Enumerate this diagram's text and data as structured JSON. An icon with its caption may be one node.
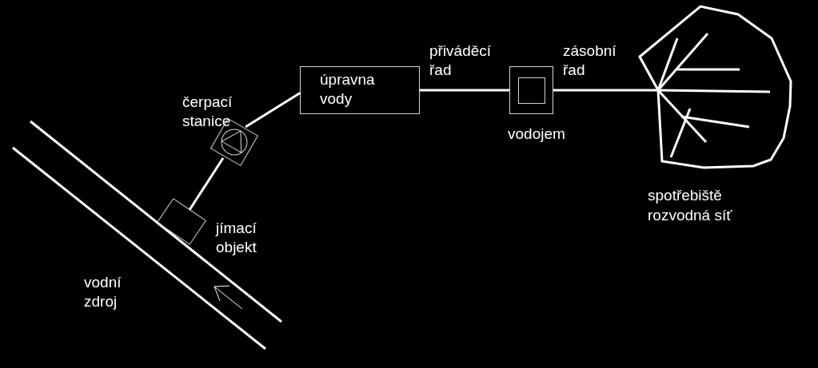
{
  "diagram": {
    "nodes": [
      {
        "text": [
          "jímací objekt"
        ]
      },
      {
        "text": [
          "čerpací stanice"
        ]
      },
      {
        "text": [
          "úpravna vody"
        ]
      },
      {
        "text": [
          "vodojem"
        ]
      },
      {
        "text": [
          "spotřebiště",
          "rozvodná síť"
        ]
      }
    ],
    "edges": [
      {
        "from": 0,
        "to": 1,
        "arrow": "none"
      },
      {
        "from": 1,
        "to": 2,
        "arrow": "none"
      },
      {
        "from": 2,
        "to": 3,
        "arrow": "none",
        "label": "přiváděcí řad"
      },
      {
        "from": 3,
        "to": 4,
        "arrow": "none",
        "label": "zásobní řad"
      }
    ],
    "labels": [
      "vodní zdroj"
    ]
  }
}
